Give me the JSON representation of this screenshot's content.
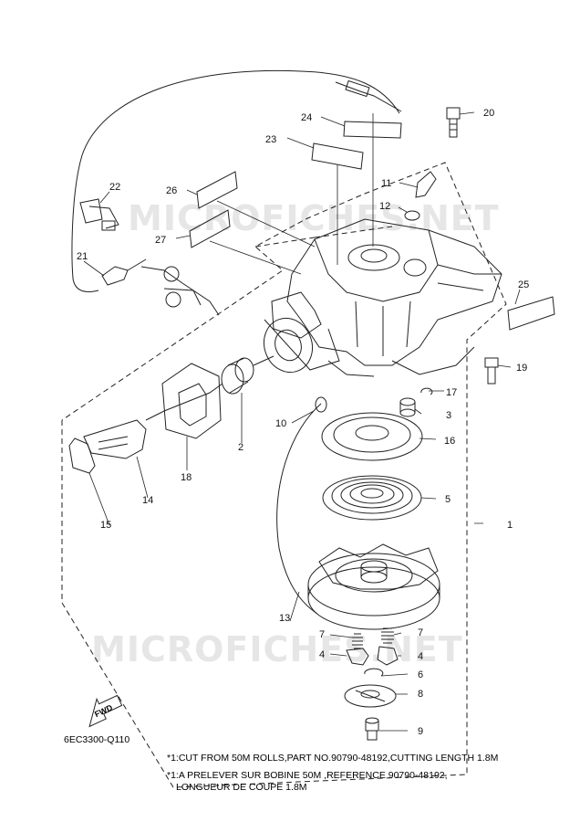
{
  "diagram_code": "6EC3300-Q110",
  "fwd_label": "FWD",
  "watermark": "MICROFICHES.NET",
  "notes": {
    "line1": "*1:CUT FROM 50M ROLLS,PART NO.90790-48192,CUTTING LENGTH 1.8M",
    "line2": "*1:A PRELEVER SUR BOBINE 50M ,REFERENCE 90790-48192,",
    "line3": "LONGUEUR DE COUPE 1.8M"
  },
  "callouts": {
    "c1": "1",
    "c2": "2",
    "c3": "3",
    "c4a": "4",
    "c4b": "4",
    "c5": "5",
    "c6": "6",
    "c7a": "7",
    "c7b": "7",
    "c8": "8",
    "c9": "9",
    "c10": "10",
    "c11": "11",
    "c12": "12",
    "c13": "13",
    "c14": "14",
    "c15": "15",
    "c16": "16",
    "c17": "17",
    "c18": "18",
    "c19": "19",
    "c20": "20",
    "c21": "21",
    "c22": "22",
    "c23": "23",
    "c24": "24",
    "c25": "25",
    "c26": "26",
    "c27": "27"
  },
  "colors": {
    "line": "#222222",
    "watermark": "#e6e6e6"
  }
}
